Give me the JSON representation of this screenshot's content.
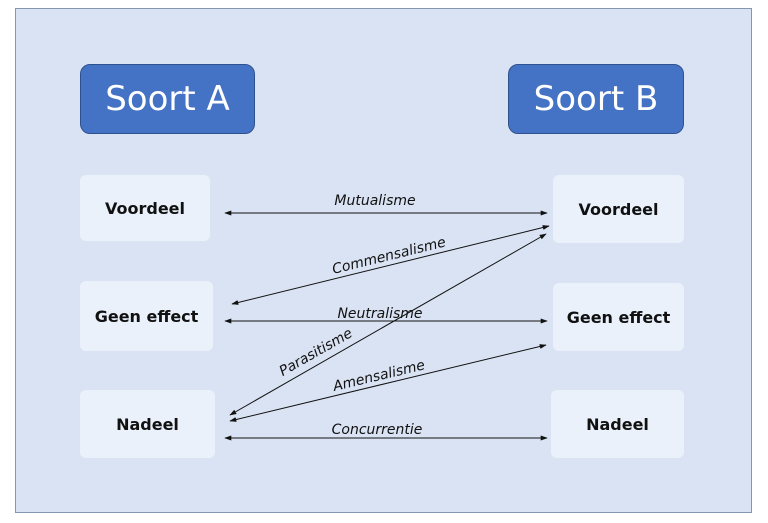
{
  "species": {
    "a_title": "Soort A",
    "b_title": "Soort B"
  },
  "effects_a": [
    "Voordeel",
    "Geen effect",
    "Nadeel"
  ],
  "effects_b": [
    "Voordeel",
    "Geen effect",
    "Nadeel"
  ],
  "relations": {
    "mutualisme": "Mutualisme",
    "commensalisme": "Commensalisme",
    "neutralisme": "Neutralisme",
    "parasitisme": "Parasitisme",
    "amensalisme": "Amensalisme",
    "concurrentie": "Concurrentie"
  },
  "colors": {
    "background": "#dae3f3",
    "header": "#4472c4",
    "box": "#eaf1fb"
  }
}
